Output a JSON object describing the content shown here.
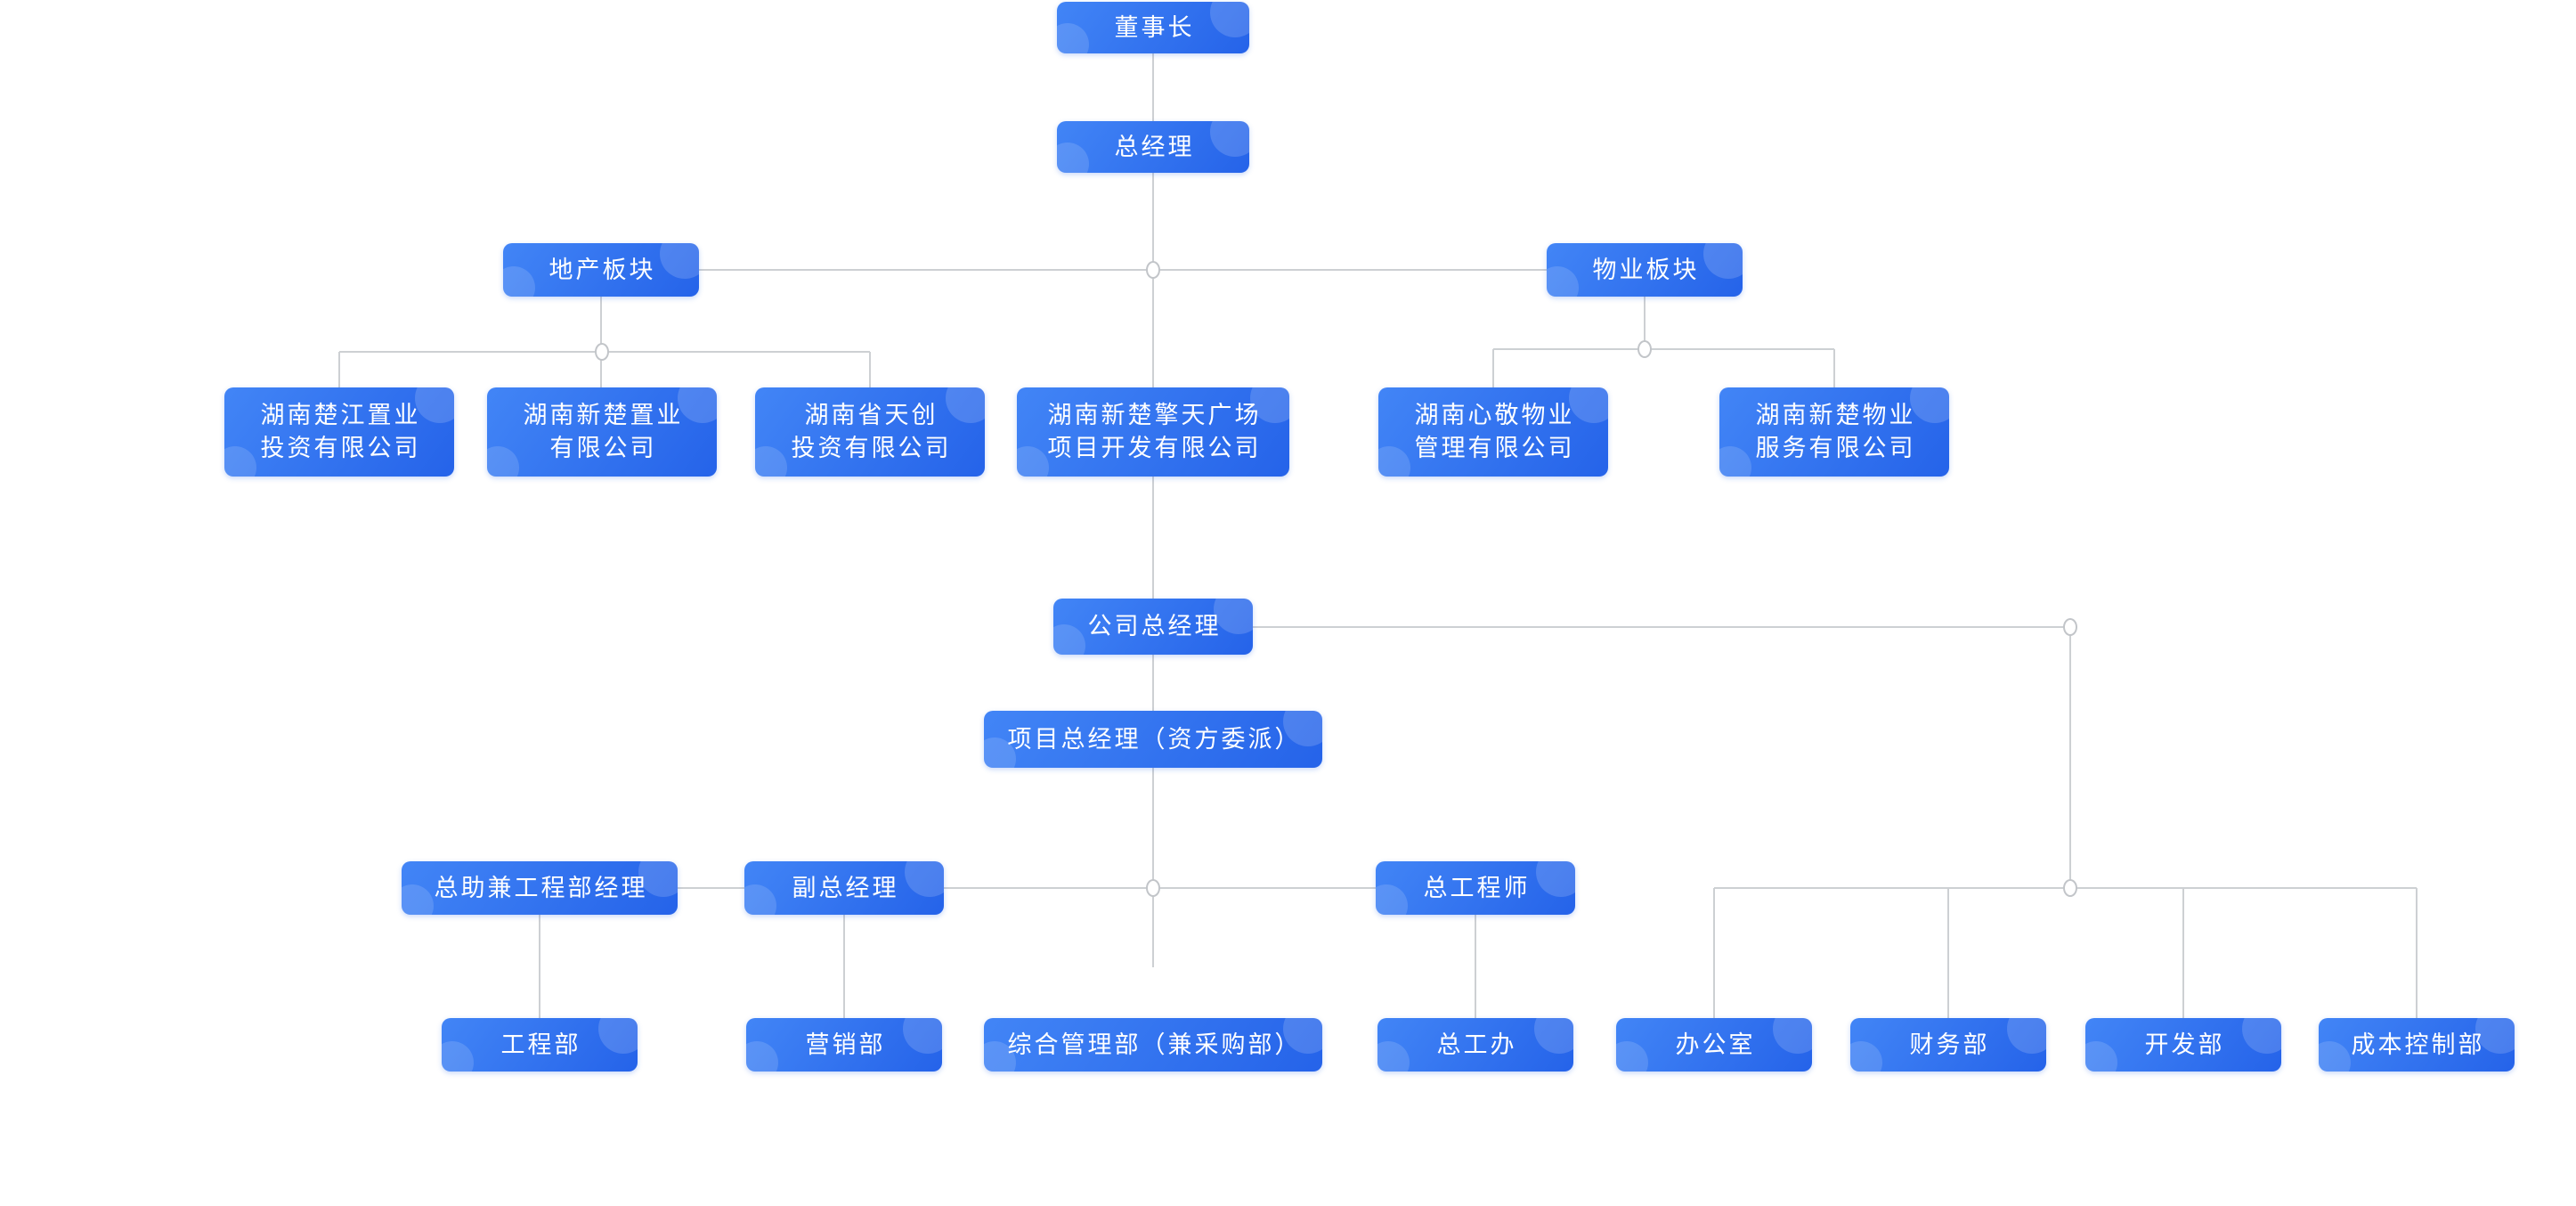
{
  "palette": {
    "box_gradient_start": "#4285f6",
    "box_gradient_end": "#2563e9",
    "box_text": "#ffffff",
    "connector_line": "#cdd0d3",
    "junction_dot_fill": "#ffffff",
    "junction_dot_border": "#c2c5c9",
    "page_background": "#ffffff"
  },
  "org": {
    "nodes": {
      "chairman": {
        "label": "董事长"
      },
      "general_manager": {
        "label": "总经理"
      },
      "real_estate_section": {
        "label": "地产板块"
      },
      "property_section": {
        "label": "物业板块"
      },
      "company_chujiang": {
        "label": "湖南楚江置业投资有限公司",
        "line1": "湖南楚江置业",
        "line2": "投资有限公司"
      },
      "company_xinchu_realty": {
        "label": "湖南新楚置业有限公司",
        "line1": "湖南新楚置业",
        "line2": "有限公司"
      },
      "company_tianchuang": {
        "label": "湖南省天创投资有限公司",
        "line1": "湖南省天创",
        "line2": "投资有限公司"
      },
      "company_qingtian_plaza": {
        "label": "湖南新楚擎天广场项目开发有限公司",
        "line1": "湖南新楚擎天广场",
        "line2": "项目开发有限公司"
      },
      "company_xinjing_property": {
        "label": "湖南心敬物业管理有限公司",
        "line1": "湖南心敬物业",
        "line2": "管理有限公司"
      },
      "company_xinchu_property": {
        "label": "湖南新楚物业服务有限公司",
        "line1": "湖南新楚物业",
        "line2": "服务有限公司"
      },
      "company_general_manager": {
        "label": "公司总经理"
      },
      "project_general_manager": {
        "label": "项目总经理（资方委派）"
      },
      "assistant_chief": {
        "label": "总助兼工程部经理"
      },
      "deputy_general_manager": {
        "label": "副总经理"
      },
      "chief_engineer": {
        "label": "总工程师"
      },
      "engineering_dept": {
        "label": "工程部"
      },
      "marketing_dept": {
        "label": "营销部"
      },
      "general_admin_dept": {
        "label": "综合管理部（兼采购部）"
      },
      "chief_engineer_office": {
        "label": "总工办"
      },
      "office": {
        "label": "办公室"
      },
      "finance_dept": {
        "label": "财务部"
      },
      "development_dept": {
        "label": "开发部"
      },
      "cost_control_dept": {
        "label": "成本控制部"
      }
    },
    "tree": {
      "chairman": [
        "general_manager"
      ],
      "general_manager": [
        "real_estate_section",
        "company_qingtian_plaza",
        "property_section"
      ],
      "real_estate_section": [
        "company_chujiang",
        "company_xinchu_realty",
        "company_tianchuang"
      ],
      "property_section": [
        "company_xinjing_property",
        "company_xinchu_property"
      ],
      "company_qingtian_plaza": [
        "company_general_manager"
      ],
      "company_general_manager": [
        "project_general_manager",
        "office",
        "finance_dept",
        "development_dept",
        "cost_control_dept"
      ],
      "project_general_manager": [
        "assistant_chief",
        "deputy_general_manager",
        "chief_engineer",
        "general_admin_dept"
      ],
      "assistant_chief": [
        "engineering_dept"
      ],
      "deputy_general_manager": [
        "marketing_dept"
      ],
      "chief_engineer": [
        "chief_engineer_office"
      ]
    }
  }
}
